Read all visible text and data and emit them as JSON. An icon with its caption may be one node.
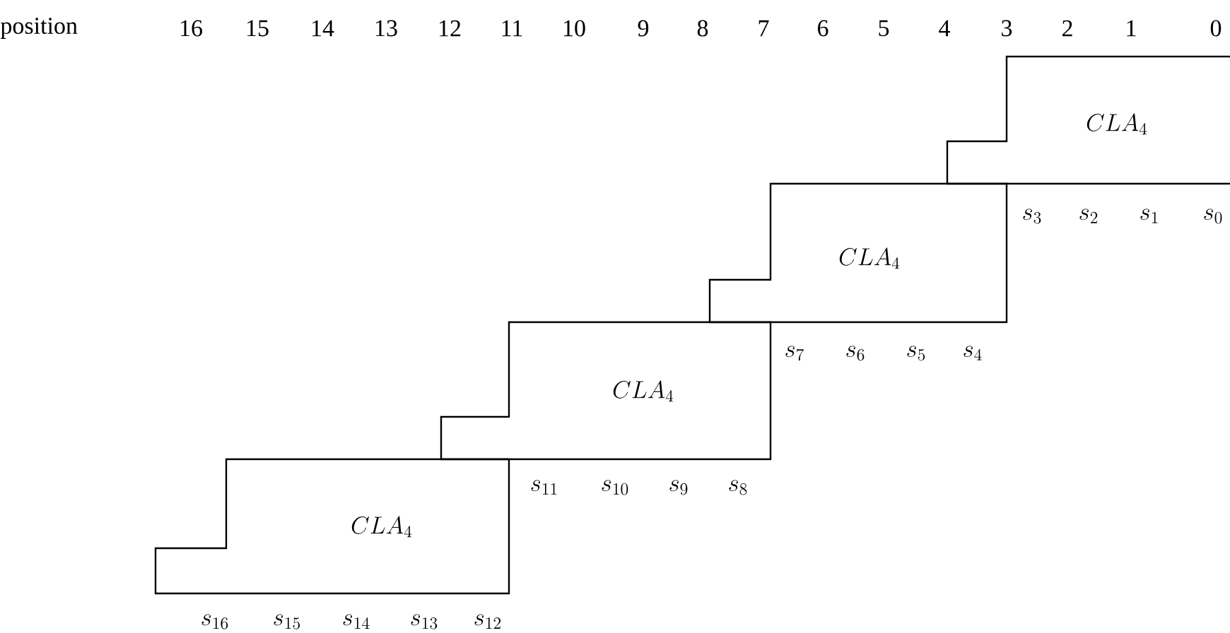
{
  "diagram": {
    "nodes": [
      {
        "text": [
          "CLA_4"
        ]
      },
      {
        "text": [
          "CLA_4"
        ]
      },
      {
        "text": [
          "CLA_4"
        ]
      },
      {
        "text": [
          "CLA_4"
        ]
      }
    ],
    "labels": [
      "position",
      "16",
      "15",
      "14",
      "13",
      "12",
      "11",
      "10",
      "9",
      "8",
      "7",
      "6",
      "5",
      "4",
      "3",
      "2",
      "1",
      "0",
      "s_3",
      "s_2",
      "s_1",
      "s_0",
      "s_7",
      "s_6",
      "s_5",
      "s_4",
      "s_{11}",
      "s_{10}",
      "s_9",
      "s_8",
      "s_{16}",
      "s_{15}",
      "s_{14}",
      "s_{13}",
      "s_{12}"
    ]
  }
}
